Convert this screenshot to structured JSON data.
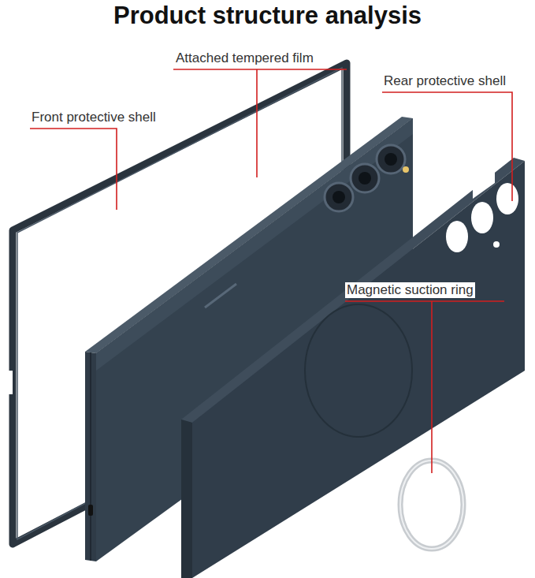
{
  "diagram": {
    "title": "Product structure analysis",
    "labels": [
      "Attached tempered film",
      "Front protective shell",
      "Rear protective shell",
      "Magnetic suction ring"
    ]
  }
}
